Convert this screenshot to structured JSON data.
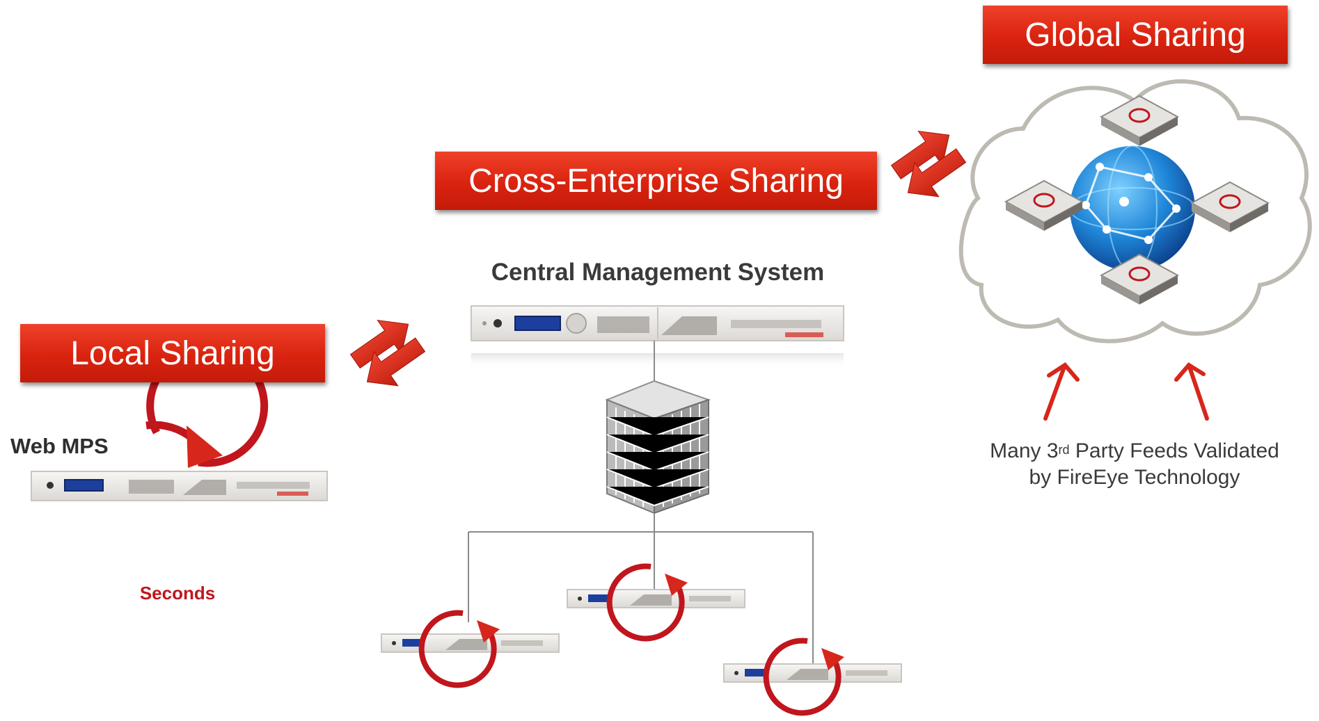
{
  "banners": {
    "global": "Global Sharing",
    "cross_enterprise": "Cross-Enterprise Sharing",
    "local": "Local Sharing"
  },
  "labels": {
    "central_management_system": "Central Management System",
    "web_mps": "Web MPS",
    "seconds": "Seconds",
    "feeds_line1_pre": "Many 3",
    "feeds_line1_sup": "rd",
    "feeds_line1_post": " Party Feeds Validated",
    "feeds_line2": "by FireEye Technology"
  },
  "colors": {
    "banner_red": "#d9230f",
    "arrow_red": "#d7261c",
    "cycle_red": "#c0161d",
    "appliance_panel": "#ece9e6",
    "display_blue": "#1c3f9e",
    "globe_blue": "#1f86d8",
    "cloud_border": "#bdbab2",
    "connector_gray": "#8a8a8a"
  },
  "icons": {
    "exchange_arrows": "bidirectional-arrows-icon",
    "building": "office-building-icon",
    "globe": "globe-network-icon",
    "cloud": "cloud-icon",
    "cycle": "refresh-cycle-icon",
    "appliance": "rack-appliance-icon"
  }
}
